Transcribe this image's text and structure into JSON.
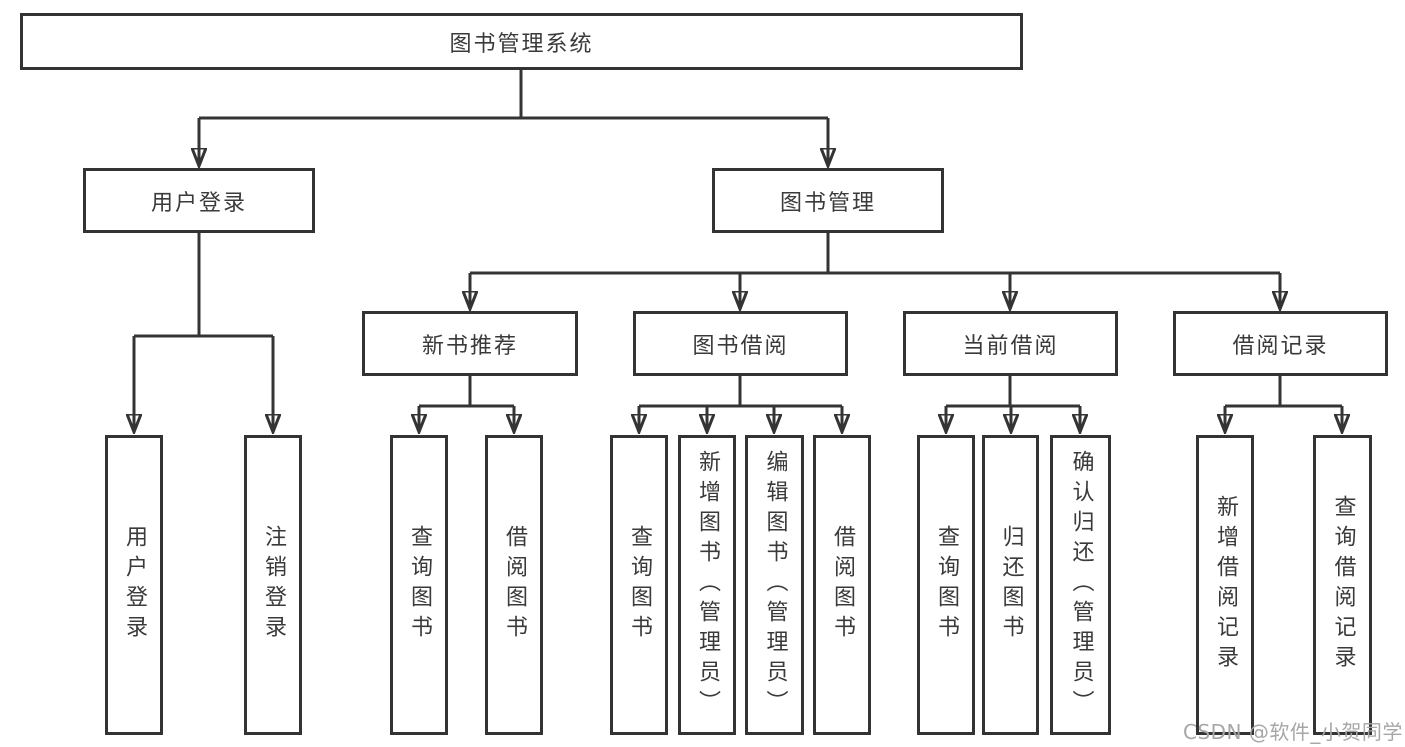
{
  "colors": {
    "line": "#343434",
    "box_border": "#333333",
    "box_fill": "#ffffff",
    "text": "#3a3a3a",
    "watermark": "#a7a7a7",
    "background": "#ffffff"
  },
  "diagram": {
    "root": {
      "label": "图书管理系统",
      "children": [
        {
          "label": "用户登录",
          "children": [
            {
              "label": "用户登录"
            },
            {
              "label": "注销登录"
            }
          ]
        },
        {
          "label": "图书管理",
          "children": [
            {
              "label": "新书推荐",
              "children": [
                {
                  "label": "查询图书"
                },
                {
                  "label": "借阅图书"
                }
              ]
            },
            {
              "label": "图书借阅",
              "children": [
                {
                  "label": "查询图书"
                },
                {
                  "label": "新增图书（管理员）"
                },
                {
                  "label": "编辑图书（管理员）"
                },
                {
                  "label": "借阅图书"
                }
              ]
            },
            {
              "label": "当前借阅",
              "children": [
                {
                  "label": "查询图书"
                },
                {
                  "label": "归还图书"
                },
                {
                  "label": "确认归还（管理员）"
                }
              ]
            },
            {
              "label": "借阅记录",
              "children": [
                {
                  "label": "新增借阅记录"
                },
                {
                  "label": "查询借阅记录"
                }
              ]
            }
          ]
        }
      ]
    }
  },
  "watermark": {
    "text": "CSDN @软件_小贺同学"
  }
}
